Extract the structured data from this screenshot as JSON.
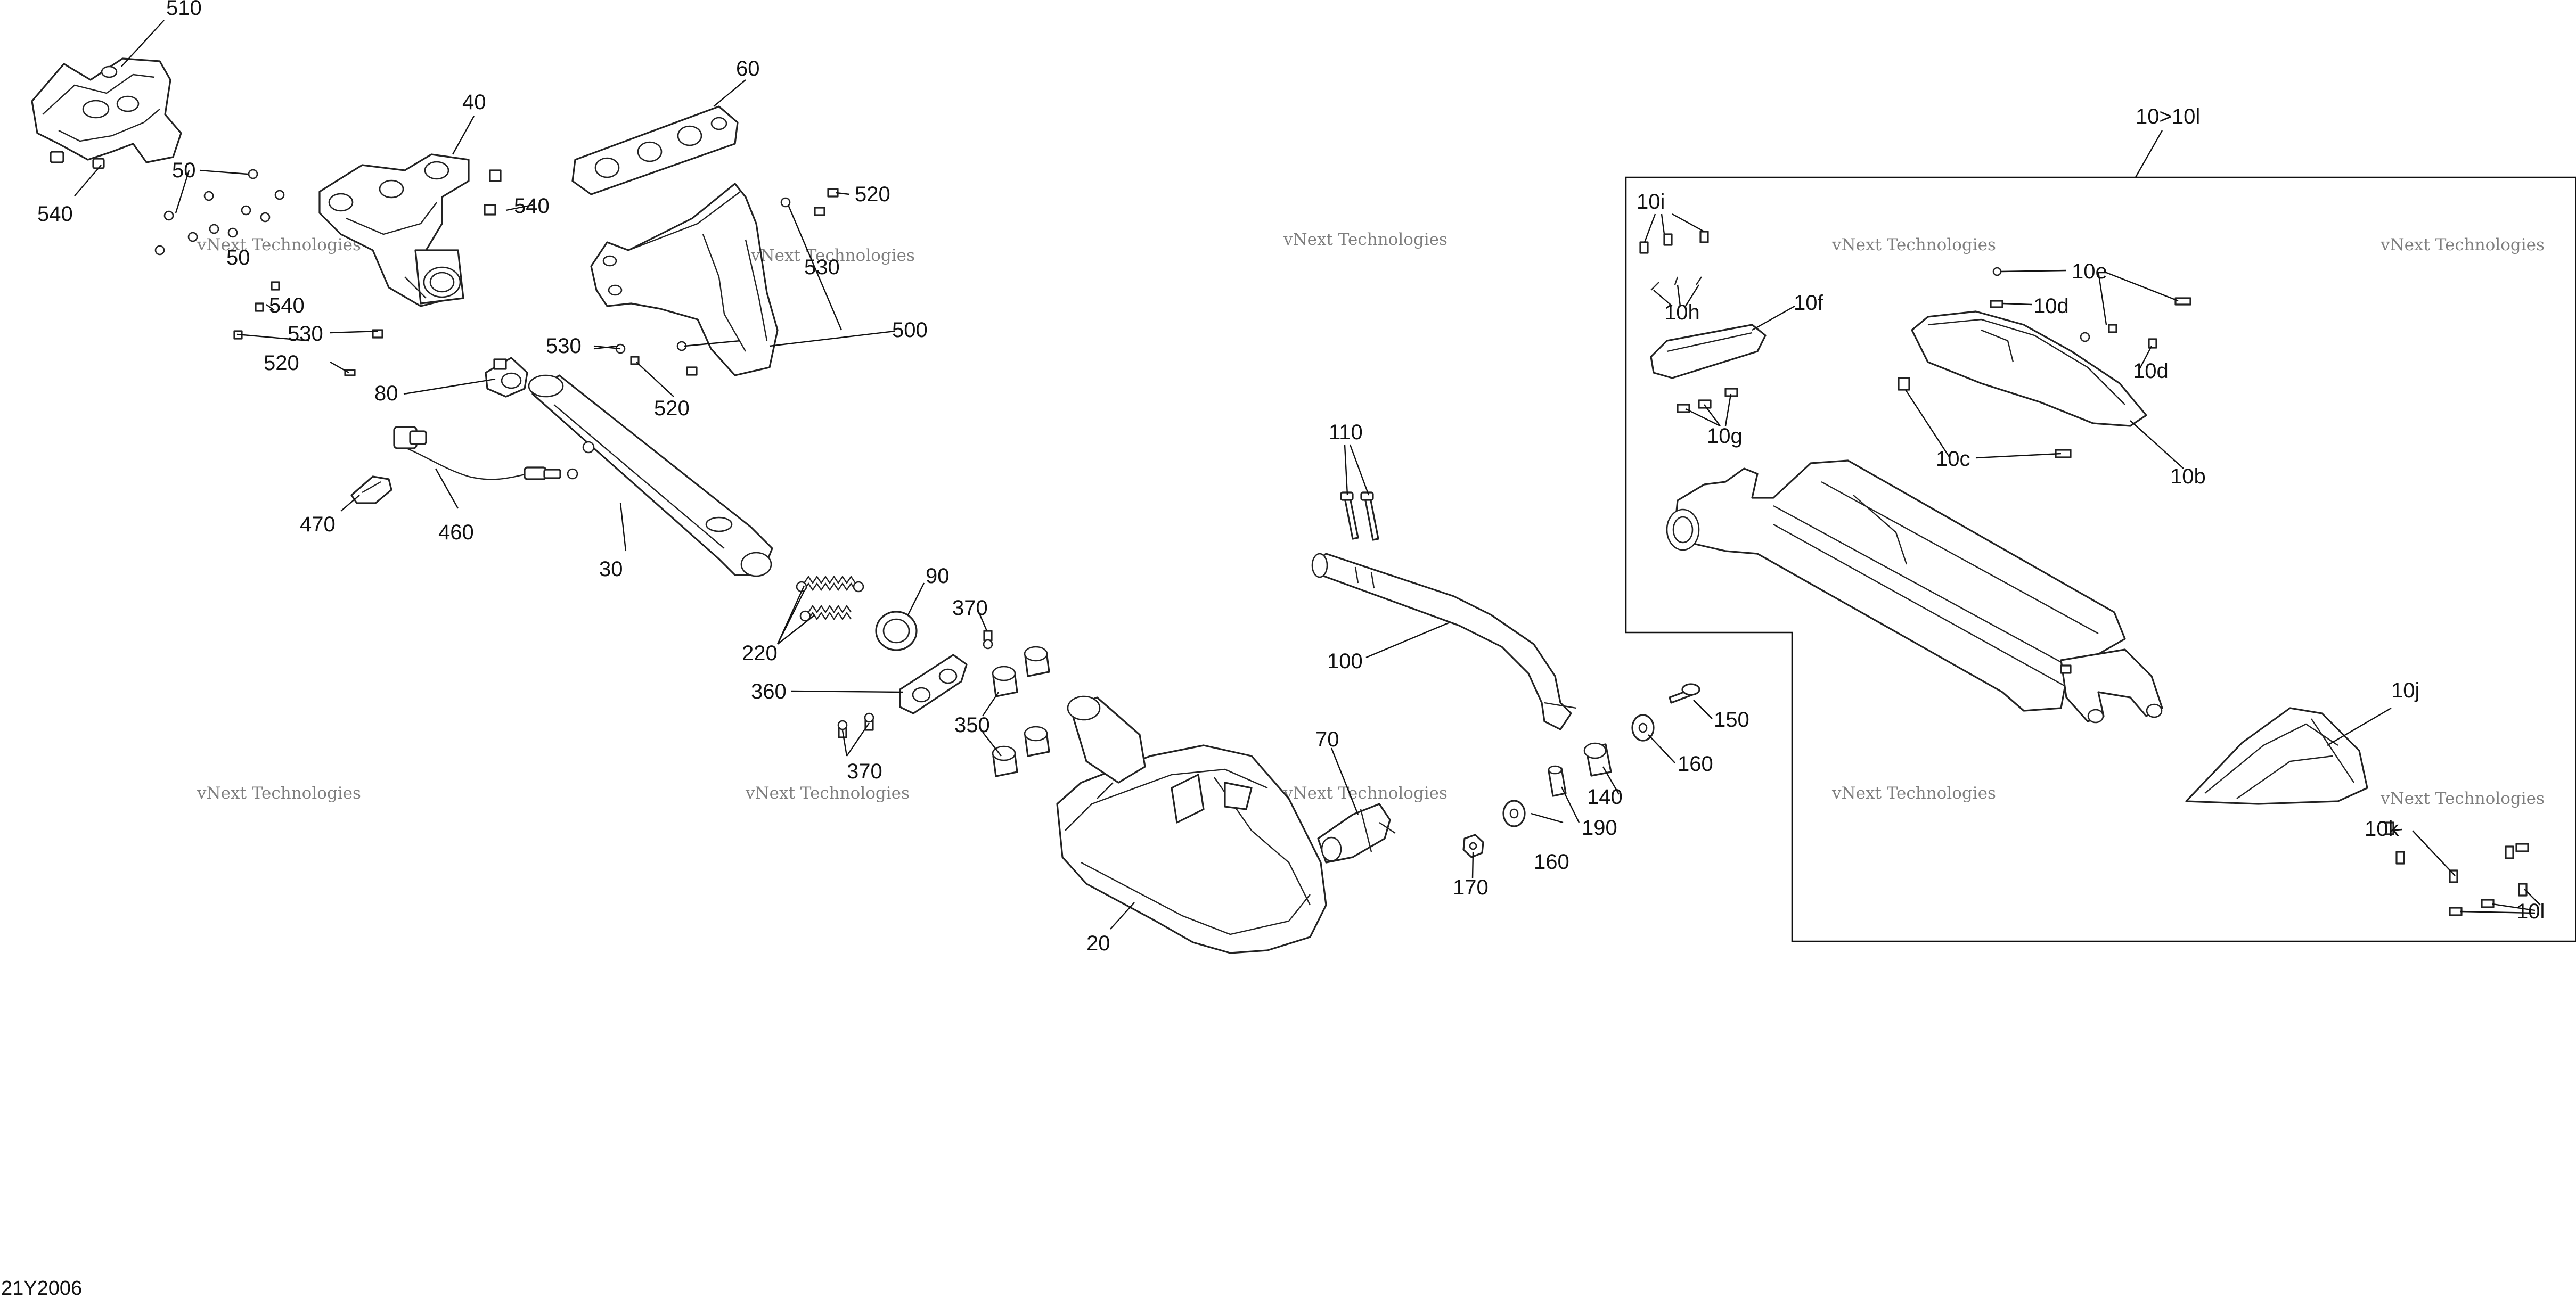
{
  "diagram": {
    "type": "exploded-parts-diagram",
    "drawing_code": "21Y2006",
    "watermark_lines": [
      "vNext Technologies",
      "Technologies"
    ],
    "callouts": [
      "510",
      "40",
      "60",
      "50",
      "50",
      "540",
      "540",
      "540",
      "520",
      "520",
      "520",
      "530",
      "530",
      "530",
      "500",
      "80",
      "470",
      "460",
      "30",
      "220",
      "90",
      "370",
      "370",
      "360",
      "350",
      "20",
      "70",
      "110",
      "100",
      "150",
      "160",
      "160",
      "140",
      "190",
      "170",
      "10>10l",
      "10i",
      "10h",
      "10f",
      "10e",
      "10d",
      "10d",
      "10g",
      "10c",
      "10b",
      "10j",
      "10k",
      "10l"
    ]
  }
}
